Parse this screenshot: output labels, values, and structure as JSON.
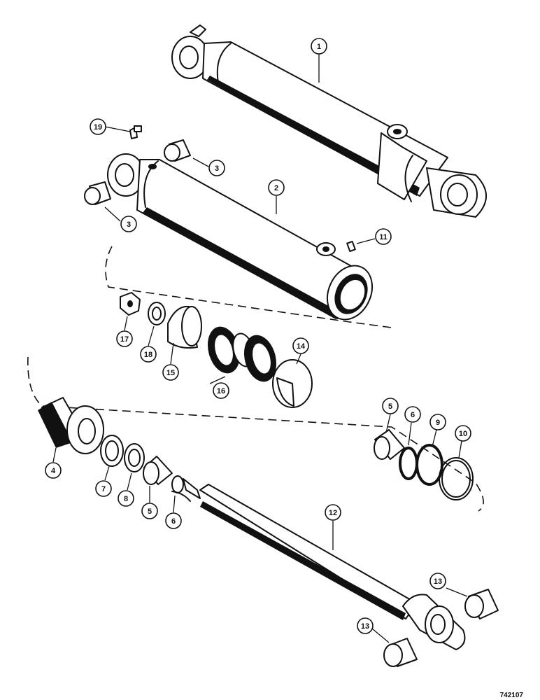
{
  "figure": {
    "reference_number": "742107",
    "callouts": [
      {
        "id": "c1",
        "label": "1"
      },
      {
        "id": "c2",
        "label": "2"
      },
      {
        "id": "c3a",
        "label": "3"
      },
      {
        "id": "c3b",
        "label": "3"
      },
      {
        "id": "c4",
        "label": "4"
      },
      {
        "id": "c5a",
        "label": "5"
      },
      {
        "id": "c5b",
        "label": "5"
      },
      {
        "id": "c6a",
        "label": "6"
      },
      {
        "id": "c6b",
        "label": "6"
      },
      {
        "id": "c7",
        "label": "7"
      },
      {
        "id": "c8",
        "label": "8"
      },
      {
        "id": "c9",
        "label": "9"
      },
      {
        "id": "c10",
        "label": "10"
      },
      {
        "id": "c11",
        "label": "11"
      },
      {
        "id": "c12",
        "label": "12"
      },
      {
        "id": "c13a",
        "label": "13"
      },
      {
        "id": "c13b",
        "label": "13"
      },
      {
        "id": "c14",
        "label": "14"
      },
      {
        "id": "c15",
        "label": "15"
      },
      {
        "id": "c16",
        "label": "16"
      },
      {
        "id": "c17",
        "label": "17"
      },
      {
        "id": "c18",
        "label": "18"
      },
      {
        "id": "c19",
        "label": "19"
      }
    ]
  }
}
